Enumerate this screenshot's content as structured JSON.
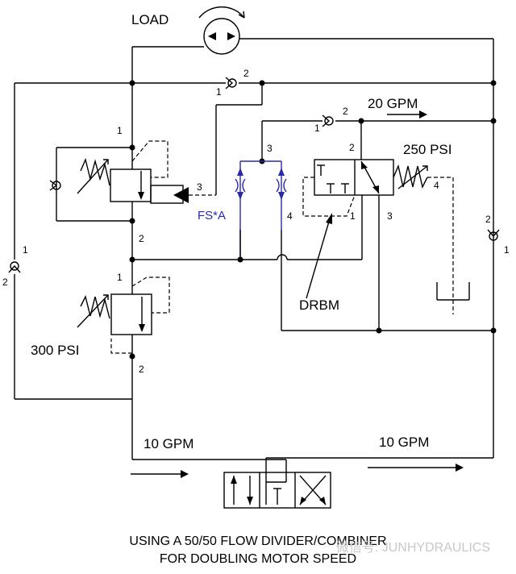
{
  "labels": {
    "load": "LOAD",
    "flow_top": "20 GPM",
    "pressure_drbm": "250 PSI",
    "pressure_relief": "300 PSI",
    "flow_left": "10 GPM",
    "flow_right": "10 GPM",
    "divider": "FS*A",
    "drbm": "DRBM"
  },
  "ports": {
    "check_top_1": "1",
    "check_top_2": "2",
    "check_mid_1": "1",
    "check_mid_2": "2",
    "cb_1": "1",
    "cb_2": "2",
    "cb_3": "3",
    "div_3": "3",
    "div_4": "4",
    "drbm_2": "2",
    "drbm_1": "1",
    "drbm_3": "3",
    "drbm_4": "4",
    "check_right_2": "2",
    "check_right_1": "1",
    "check_left_1": "1",
    "check_left_2": "2",
    "rv_1": "1",
    "rv_2": "2"
  },
  "caption": {
    "line1": "USING A 50/50 FLOW DIVIDER/COMBINER",
    "line2": "FOR DOUBLING MOTOR SPEED"
  },
  "watermark": "微信号: JUNHYDRAULICS"
}
